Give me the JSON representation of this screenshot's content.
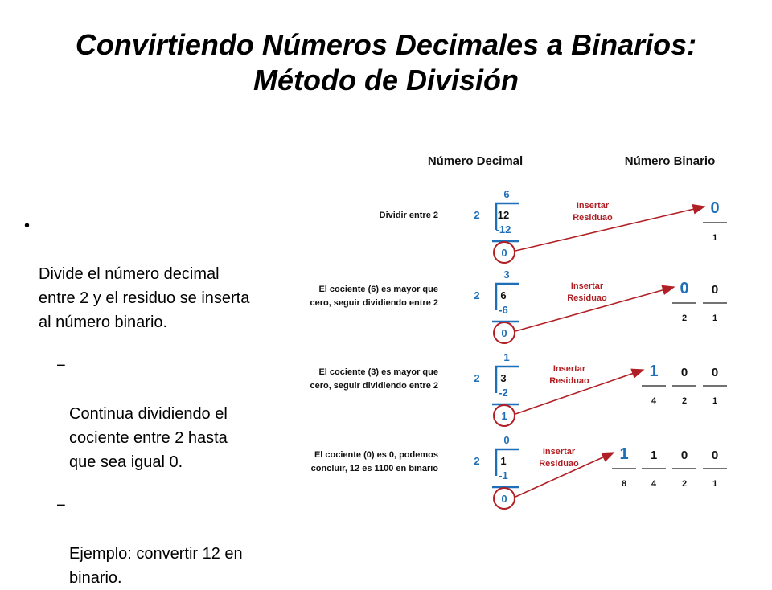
{
  "slide": {
    "title_line1": "Convirtiendo Números Decimales a Binarios:",
    "title_line2": "Método de División"
  },
  "bullets": {
    "main_marker": "•",
    "sub_marker": "−",
    "main": "Divide el número decimal\nentre 2 y el residuo se inserta\nal número binario.",
    "sub1": "Continua dividiendo el\ncociente entre 2 hasta\nque sea igual 0.",
    "sub2": "Ejemplo: convertir 12 en\nbinario."
  },
  "diagram": {
    "header_decimal": "Número Decimal",
    "header_binary": "Número Binario",
    "arrow_label_1": "Insertar",
    "arrow_label_2": "Residuao",
    "divisor": "2",
    "colors": {
      "blue": "#1f6fb8",
      "red": "#b01f24",
      "black": "#111111"
    },
    "steps": [
      {
        "text_line1": "Dividir entre 2",
        "text_line2": "",
        "quotient": "6",
        "dividend": "12",
        "subtract": "-12",
        "remainder": "0",
        "bits": [
          "0"
        ],
        "weights": [
          "1"
        ]
      },
      {
        "text_line1": "El cociente (6) es mayor que",
        "text_line2": "cero, seguir dividiendo entre 2",
        "quotient": "3",
        "dividend": "6",
        "subtract": "-6",
        "remainder": "0",
        "bits": [
          "0",
          "0"
        ],
        "weights": [
          "2",
          "1"
        ]
      },
      {
        "text_line1": "El cociente (3) es mayor que",
        "text_line2": "cero, seguir dividiendo entre 2",
        "quotient": "1",
        "dividend": "3",
        "subtract": "-2",
        "remainder": "1",
        "bits": [
          "1",
          "0",
          "0"
        ],
        "weights": [
          "4",
          "2",
          "1"
        ]
      },
      {
        "text_line1": "El cociente (0) es 0, podemos",
        "text_line2": "concluir, 12 es 1100 en binario",
        "quotient": "0",
        "dividend": "1",
        "subtract": "-1",
        "remainder": "0",
        "bits": [
          "1",
          "1",
          "0",
          "0"
        ],
        "weights": [
          "8",
          "4",
          "2",
          "1"
        ]
      }
    ]
  }
}
